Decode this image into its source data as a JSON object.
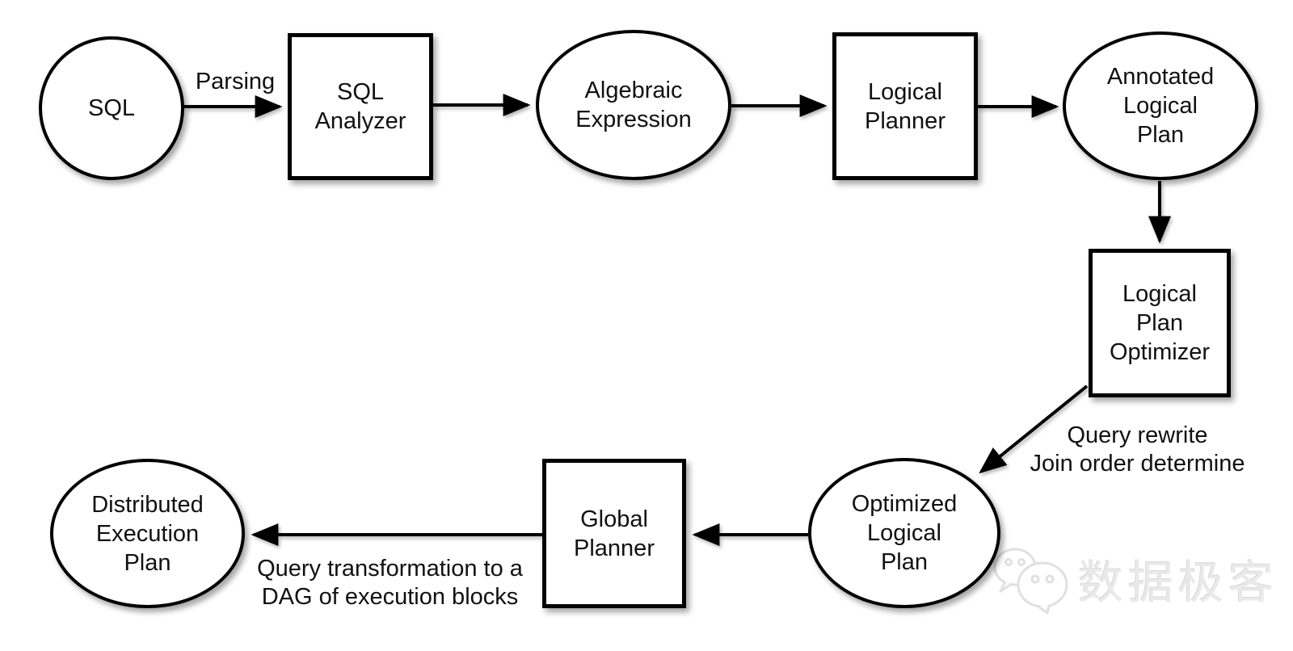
{
  "diagram": {
    "nodes": {
      "sql": {
        "shape": "ellipse",
        "lines": [
          "SQL"
        ]
      },
      "sql_analyzer": {
        "shape": "rect",
        "lines": [
          "SQL",
          "Analyzer"
        ]
      },
      "algebraic_expression": {
        "shape": "ellipse",
        "lines": [
          "Algebraic",
          "Expression"
        ]
      },
      "logical_planner": {
        "shape": "rect",
        "lines": [
          "Logical",
          "Planner"
        ]
      },
      "annotated_logical_plan": {
        "shape": "ellipse",
        "lines": [
          "Annotated",
          "Logical",
          "Plan"
        ]
      },
      "logical_plan_optimizer": {
        "shape": "rect",
        "lines": [
          "Logical",
          "Plan",
          "Optimizer"
        ]
      },
      "optimized_logical_plan": {
        "shape": "ellipse",
        "lines": [
          "Optimized",
          "Logical",
          "Plan"
        ]
      },
      "global_planner": {
        "shape": "rect",
        "lines": [
          "Global",
          "Planner"
        ]
      },
      "distributed_execution_plan": {
        "shape": "ellipse",
        "lines": [
          "Distributed",
          "Execution",
          "Plan"
        ]
      }
    },
    "edge_labels": {
      "parsing": "Parsing",
      "optimize_line1": "Query rewrite",
      "optimize_line2": "Join order determine",
      "transform_line1": "Query transformation to a",
      "transform_line2": "DAG of execution blocks"
    },
    "colors": {
      "node_fill": "#ffffff",
      "node_border": "#000000",
      "arrow": "#000000",
      "text": "#111111",
      "watermark": "#e9e9e9"
    }
  },
  "watermark": {
    "text": "数据极客",
    "icon": "wechat-logo"
  }
}
